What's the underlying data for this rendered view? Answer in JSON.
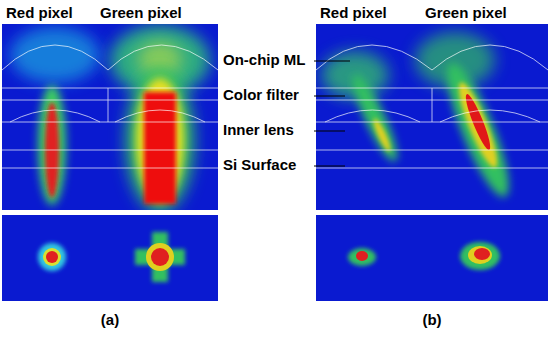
{
  "diagram": {
    "labels": [
      "Red pixel",
      "Green pixel",
      "On-chip ML",
      "Color filter",
      "Inner lens",
      "Si Surface",
      "Red pixel",
      "Green pixel",
      "(a)",
      "(b)"
    ]
  }
}
